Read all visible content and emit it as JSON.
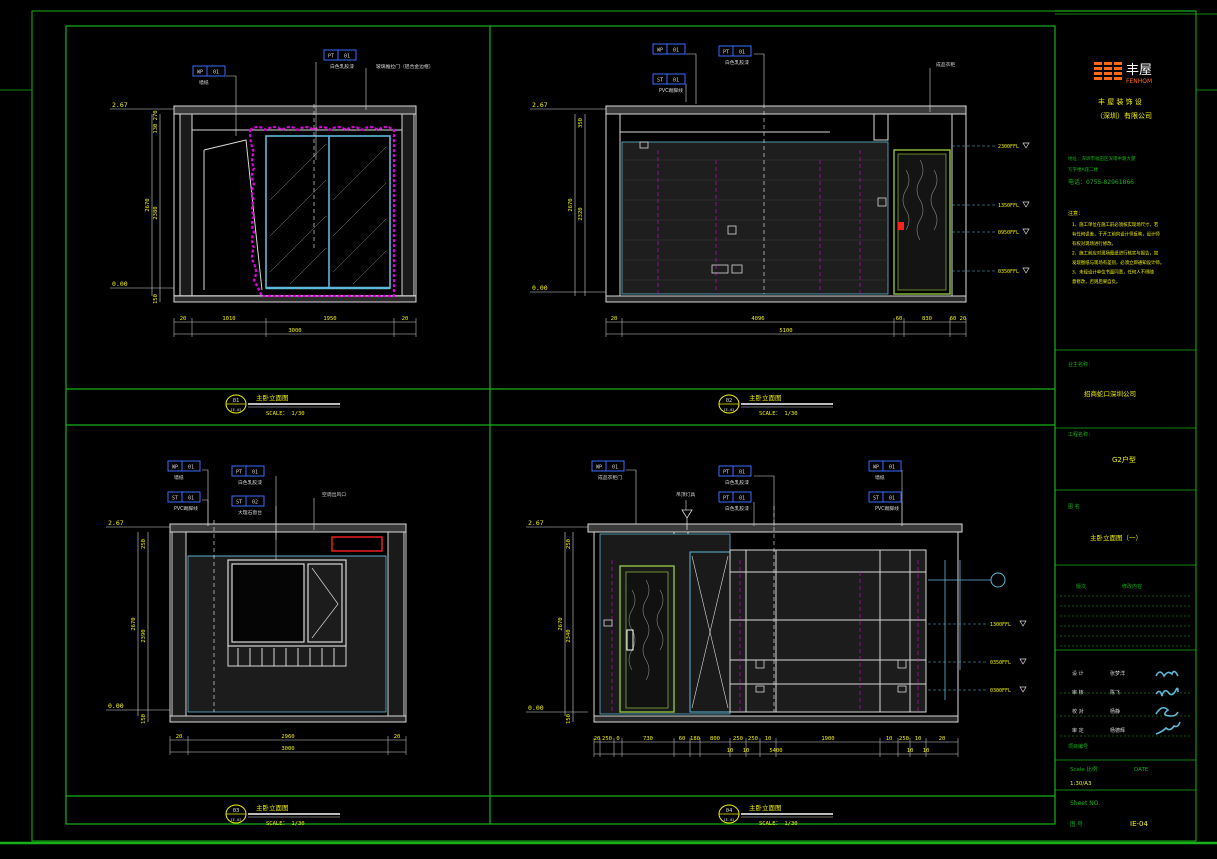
{
  "colors": {
    "background": "#000000",
    "frame": "#18b018",
    "wall": "#d8d8d8",
    "dimension": "#d8d8d8",
    "text_yellow": "#f2f200",
    "tag_blue": "#3a6cff",
    "cyan": "#5fb8d8",
    "magenta": "#e000e0",
    "logo_orange": "#ff6a1a",
    "red": "#ff2020"
  },
  "views": [
    {
      "num": "01",
      "sub": "IE-02",
      "title": "主卧立面图",
      "scale": "SCALE：  1/30",
      "levels": [
        "2.67",
        "0.00"
      ],
      "vdims": [
        "130  270",
        "2670",
        "2380",
        "150"
      ],
      "hdims": [
        "20",
        "1010",
        "1950",
        "20"
      ],
      "total": "3000",
      "tags": [
        {
          "code": "WP",
          "num": "01",
          "caption": "墙纸"
        },
        {
          "code": "PT",
          "num": "01",
          "caption": "白色乳胶漆"
        }
      ],
      "notes": [
        "玻璃推拉门（铝合金边框）"
      ]
    },
    {
      "num": "02",
      "sub": "IE-02",
      "title": "主卧立面图",
      "scale": "SCALE：  1/30",
      "levels": [
        "2.67",
        "0.00"
      ],
      "vdims": [
        "350",
        "2670",
        "2320"
      ],
      "hdims": [
        "20",
        "4096",
        "60",
        "830",
        "60  20"
      ],
      "total": "5100",
      "tags": [
        {
          "code": "WP",
          "num": "01",
          "caption": ""
        },
        {
          "code": "ST",
          "num": "01",
          "caption": "PVC踢脚线"
        },
        {
          "code": "PT",
          "num": "01",
          "caption": "白色乳胶漆"
        }
      ],
      "notes": [
        "成品衣柜"
      ],
      "markers": [
        "2300FFL",
        "1350FFL",
        "0950FFL",
        "0350FFL"
      ]
    },
    {
      "num": "03",
      "sub": "IE-02",
      "title": "主卧立面图",
      "scale": "SCALE：  1/30",
      "levels": [
        "2.67",
        "0.00"
      ],
      "vdims": [
        "250",
        "2670",
        "2390",
        "150"
      ],
      "hdims": [
        "20",
        "2960",
        "20"
      ],
      "total": "3000",
      "tags": [
        {
          "code": "WP",
          "num": "01",
          "caption": "墙纸"
        },
        {
          "code": "ST",
          "num": "01",
          "caption": "PVC踢脚线"
        },
        {
          "code": "PT",
          "num": "01",
          "caption": "白色乳胶漆"
        },
        {
          "code": "ST",
          "num": "02",
          "caption": "大理石窗台"
        }
      ],
      "notes": [
        "空调出风口"
      ]
    },
    {
      "num": "04",
      "sub": "IE-02",
      "title": "主卧立面图",
      "scale": "SCALE：  1/30",
      "levels": [
        "2.67",
        "0.00"
      ],
      "vdims": [
        "250",
        "2670",
        "2340",
        "150"
      ],
      "hdims": [
        "20",
        "250",
        "0",
        "730",
        "60",
        "180",
        "800",
        "250",
        "250",
        "10",
        "1900",
        "10",
        "250",
        "10",
        "20"
      ],
      "total": "5400",
      "subtotals": [
        "10",
        "10",
        "10",
        "10"
      ],
      "tags": [
        {
          "code": "WP",
          "num": "01",
          "caption": "成品衣柜门"
        },
        {
          "code": "PT",
          "num": "01",
          "caption": "白色乳胶漆"
        },
        {
          "code": "PT",
          "num": "01",
          "caption": "白色乳胶漆"
        },
        {
          "code": "WP",
          "num": "01",
          "caption": "墙纸"
        },
        {
          "code": "ST",
          "num": "01",
          "caption": "PVC踢脚线"
        }
      ],
      "notes": [
        "吊顶灯具"
      ],
      "markers": [
        "1300FFL",
        "0350FFL",
        "0300FFL"
      ]
    }
  ],
  "titleblock": {
    "logo_cn": "丰屋",
    "logo_en": "FENHOM",
    "company_line1": "丰 屋  装 饰 设",
    "company_line2": "（深圳）有限公司",
    "address_line1": "地址：深圳市福田区深南中路大厦",
    "address_line2": "写字楼A座二楼",
    "phone": "电话：0755-82961866",
    "notes_title": "注意：",
    "notes": [
      "1、施工单位在施工前必须核实现场尺寸，若",
      "有任何误差，于开工前向设计师反映，设计师",
      "有权对现场进行修改。",
      "2、施工前应对现场图纸进行核实与报告，如",
      "发现图纸与现场有差别，必须立即通知设计师。",
      "3、未经设计单位书面同意，任何人不得随",
      "意修改，否则后果自负。"
    ],
    "owner_label": "业主名称：",
    "owner": "招商蛇口深圳公司",
    "project_label": "工程名称：",
    "project": "G2户型",
    "drawing_label": "图 名",
    "drawing": "主卧立面图（一）",
    "rev_cols": [
      "版次",
      "修改内容"
    ],
    "sign_rows": [
      {
        "role": "设 计",
        "name": "张梦洋"
      },
      {
        "role": "审 核",
        "name": "陈飞"
      },
      {
        "role": "校 对",
        "name": "杨静"
      },
      {
        "role": "审 定",
        "name": "杨德辉"
      }
    ],
    "project_no_label": "项目编号",
    "scale_label": "Scale  比例",
    "date_label": "DATE",
    "scale_value": "1:30/A3",
    "sheet_label": "Sheet NO.",
    "number_label": "图 号",
    "number": "IE-04"
  }
}
